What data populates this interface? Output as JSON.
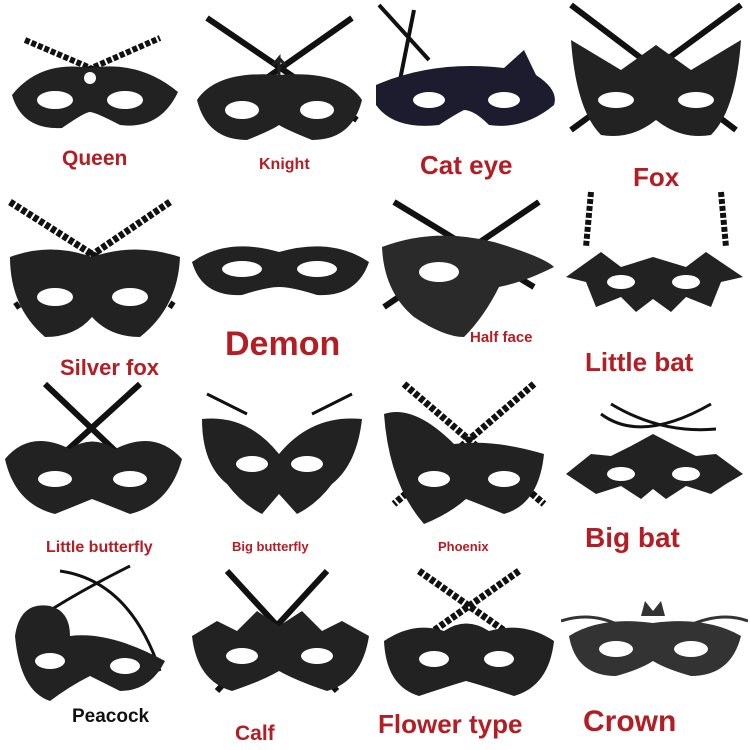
{
  "colors": {
    "label_red": "#b31e24",
    "label_black": "#111111",
    "lace": "#111111",
    "background": "#ffffff"
  },
  "masks": [
    {
      "name": "Queen",
      "icon": "lace-mask-queen"
    },
    {
      "name": "Knight",
      "icon": "lace-mask-knight"
    },
    {
      "name": "Cat eye",
      "icon": "lace-mask-cat-eye"
    },
    {
      "name": "Fox",
      "icon": "lace-mask-fox"
    },
    {
      "name": "Silver fox",
      "icon": "lace-mask-silver-fox"
    },
    {
      "name": "Demon",
      "icon": "lace-mask-demon"
    },
    {
      "name": "Half face",
      "icon": "lace-mask-half-face"
    },
    {
      "name": "Little bat",
      "icon": "lace-mask-little-bat"
    },
    {
      "name": "Little butterfly",
      "icon": "lace-mask-little-butterfly"
    },
    {
      "name": "Big butterfly",
      "icon": "lace-mask-big-butterfly"
    },
    {
      "name": "Phoenix",
      "icon": "lace-mask-phoenix"
    },
    {
      "name": "Big bat",
      "icon": "lace-mask-big-bat"
    },
    {
      "name": "Peacock",
      "icon": "lace-mask-peacock"
    },
    {
      "name": "Calf",
      "icon": "lace-mask-calf"
    },
    {
      "name": "Flower type",
      "icon": "lace-mask-flower-type"
    },
    {
      "name": "Crown",
      "icon": "lace-mask-crown"
    }
  ]
}
